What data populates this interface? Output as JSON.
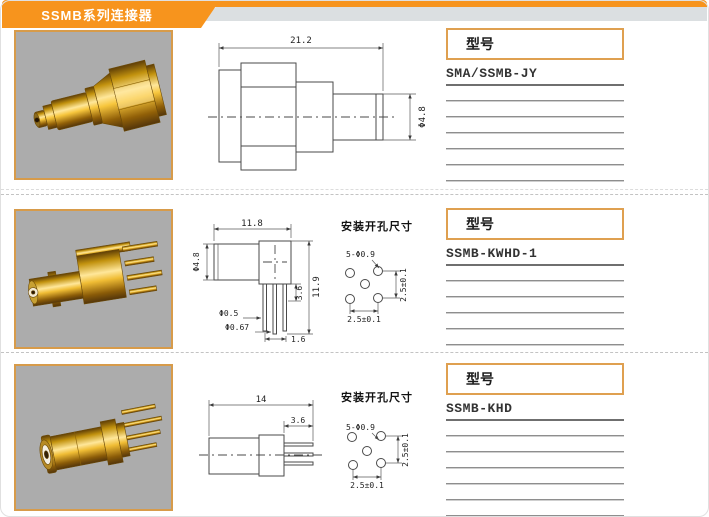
{
  "banner": {
    "title": "SSMB系列连接器"
  },
  "colors": {
    "accent_orange": "#F7941D",
    "photo_frame_tan": "#D79B4A",
    "photo_background_gray": "#ACACAC",
    "title_box_border": "#DFA050",
    "header_strip_gray": "#DBDFE1",
    "connector_gold": "#D4A017"
  },
  "rows": [
    {
      "section_label": "型号",
      "model": "SMA/SSMB-JY",
      "drawing": {
        "overall_length": "21.2",
        "barrel_diameter": "Φ4.8"
      }
    },
    {
      "section_label": "型号",
      "model": "SSMB-KWHD-1",
      "drawing": {
        "body_width": "11.8",
        "barrel_diameter": "Φ4.8",
        "body_height": "11.9",
        "pin_length": "3.6",
        "pin_diameter_inner": "Φ0.5",
        "pin_diameter_outer": "Φ0.67",
        "pin_pitch": "1.6"
      },
      "hole_diagram": {
        "title": "安装开孔尺寸",
        "hole_callout": "5-Φ0.9",
        "pitch_vertical": "2.5±0.1",
        "pitch_horizontal": "2.5±0.1"
      }
    },
    {
      "section_label": "型号",
      "model": "SSMB-KHD",
      "drawing": {
        "overall_length": "14",
        "pin_length": "3.6"
      },
      "hole_diagram": {
        "title": "安装开孔尺寸",
        "hole_callout": "5-Φ0.9",
        "pitch_vertical": "2.5±0.1",
        "pitch_horizontal": "2.5±0.1"
      }
    }
  ]
}
